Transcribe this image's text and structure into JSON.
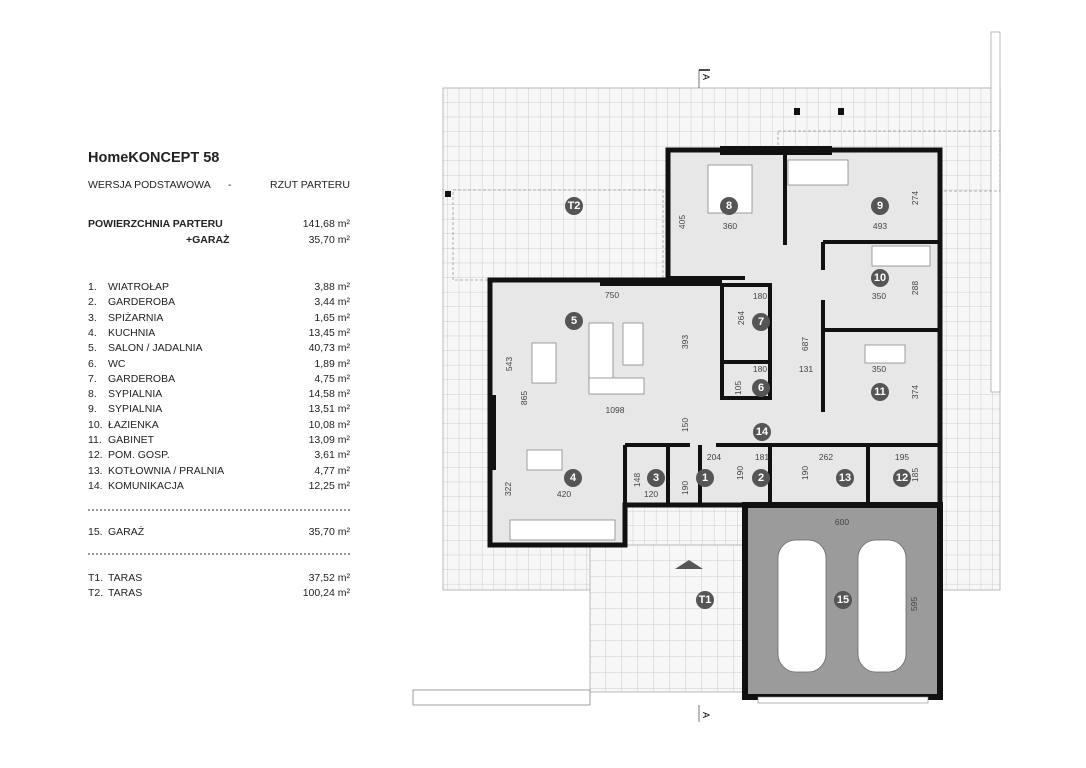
{
  "header": {
    "title": "HomeKONCEPT 58",
    "version": "WERSJA  PODSTAWOWA",
    "dash": "-",
    "view": "RZUT PARTERU"
  },
  "summary": {
    "floor_label": "POWIERZCHNIA PARTERU",
    "floor_value": "141,68 m²",
    "garage_label": "+GARAŻ",
    "garage_value": "35,70 m²"
  },
  "rooms": [
    {
      "num": "1.",
      "name": "WIATROŁAP",
      "area": "3,88 m²"
    },
    {
      "num": "2.",
      "name": "GARDEROBA",
      "area": "3,44 m²"
    },
    {
      "num": "3.",
      "name": "SPIŻARNIA",
      "area": "1,65 m²"
    },
    {
      "num": "4.",
      "name": "KUCHNIA",
      "area": "13,45 m²"
    },
    {
      "num": "5.",
      "name": "SALON / JADALNIA",
      "area": "40,73 m²"
    },
    {
      "num": "6.",
      "name": "WC",
      "area": "1,89 m²"
    },
    {
      "num": "7.",
      "name": "GARDEROBA",
      "area": "4,75 m²"
    },
    {
      "num": "8.",
      "name": "SYPIALNIA",
      "area": "14,58 m²"
    },
    {
      "num": "9.",
      "name": "SYPIALNIA",
      "area": "13,51 m²"
    },
    {
      "num": "10.",
      "name": "ŁAZIENKA",
      "area": "10,08 m²"
    },
    {
      "num": "11.",
      "name": "GABINET",
      "area": "13,09 m²"
    },
    {
      "num": "12.",
      "name": "POM. GOSP.",
      "area": "3,61 m²"
    },
    {
      "num": "13.",
      "name": "KOTŁOWNIA / PRALNIA",
      "area": "4,77 m²"
    },
    {
      "num": "14.",
      "name": "KOMUNIKACJA",
      "area": "12,25 m²"
    }
  ],
  "garage": {
    "num": "15.",
    "name": "GARAŻ",
    "area": "35,70 m²"
  },
  "terraces": [
    {
      "num": "T1.",
      "name": "TARAS",
      "area": "37,52 m²"
    },
    {
      "num": "T2.",
      "name": "TARAS",
      "area": "100,24 m²"
    }
  ],
  "plan": {
    "section_mark": "A",
    "markers": [
      "1",
      "2",
      "3",
      "4",
      "5",
      "6",
      "7",
      "8",
      "9",
      "10",
      "11",
      "12",
      "13",
      "14",
      "15",
      "T1",
      "T2"
    ],
    "dimensions": [
      "405",
      "360",
      "493",
      "274",
      "750",
      "180",
      "264",
      "393",
      "687",
      "350",
      "288",
      "543",
      "865",
      "1098",
      "180",
      "105",
      "131",
      "350",
      "374",
      "150",
      "204",
      "181",
      "262",
      "195",
      "322",
      "420",
      "148",
      "120",
      "190",
      "190",
      "190",
      "185",
      "600",
      "595"
    ]
  },
  "colors": {
    "room": "#e7e7e7",
    "garage": "#9b9b9b",
    "wall": "#111111",
    "marker": "#555555"
  }
}
